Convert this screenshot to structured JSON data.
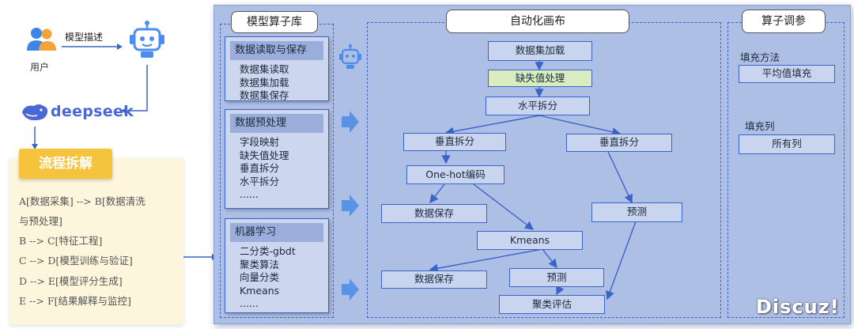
{
  "left": {
    "user_label": "用户",
    "arrow_label": "模型描述",
    "deepseek_text": "deepseek",
    "flow": {
      "title": "流程拆解",
      "lines": [
        "A[数据采集] --> B[数据清洗",
        "与预处理]",
        "B --> C[特征工程]",
        "C --> D[模型训练与验证]",
        "D --> E[模型评分生成]",
        "E --> F[结果解释与监控]"
      ]
    }
  },
  "library": {
    "title": "模型算子库",
    "categories": [
      {
        "header": "数据读取与保存",
        "items": [
          "数据集读取",
          "数据集加载",
          "数据集保存"
        ]
      },
      {
        "header": "数据预处理",
        "items": [
          "字段映射",
          "缺失值处理",
          "垂直拆分",
          "水平拆分",
          "......"
        ]
      },
      {
        "header": "机器学习",
        "items": [
          "二分类-gbdt",
          "聚类算法",
          "向量分类",
          "Kmeans",
          "......"
        ]
      }
    ]
  },
  "canvas": {
    "title": "自动化画布",
    "nodes": {
      "load": "数据集加载",
      "missing": "缺失值处理",
      "hsplit": "水平拆分",
      "vsplit1": "垂直拆分",
      "vsplit2": "垂直拆分",
      "onehot": "One-hot编码",
      "save1": "数据保存",
      "predict1": "预测",
      "kmeans": "Kmeans",
      "save2": "数据保存",
      "predict2": "预测",
      "eval": "聚类评估"
    }
  },
  "params": {
    "title": "算子调参",
    "fill_method_label": "填充方法",
    "fill_method_value": "平均值填充",
    "fill_cols_label": "填充列",
    "fill_cols_value": "所有列"
  },
  "watermark": "Discuz!",
  "colors": {
    "accent_blue": "#3a64c8",
    "panel_bg": "#aebfe5",
    "flow_yellow": "#f6c33c",
    "highlight_green": "#d8ecc0"
  }
}
